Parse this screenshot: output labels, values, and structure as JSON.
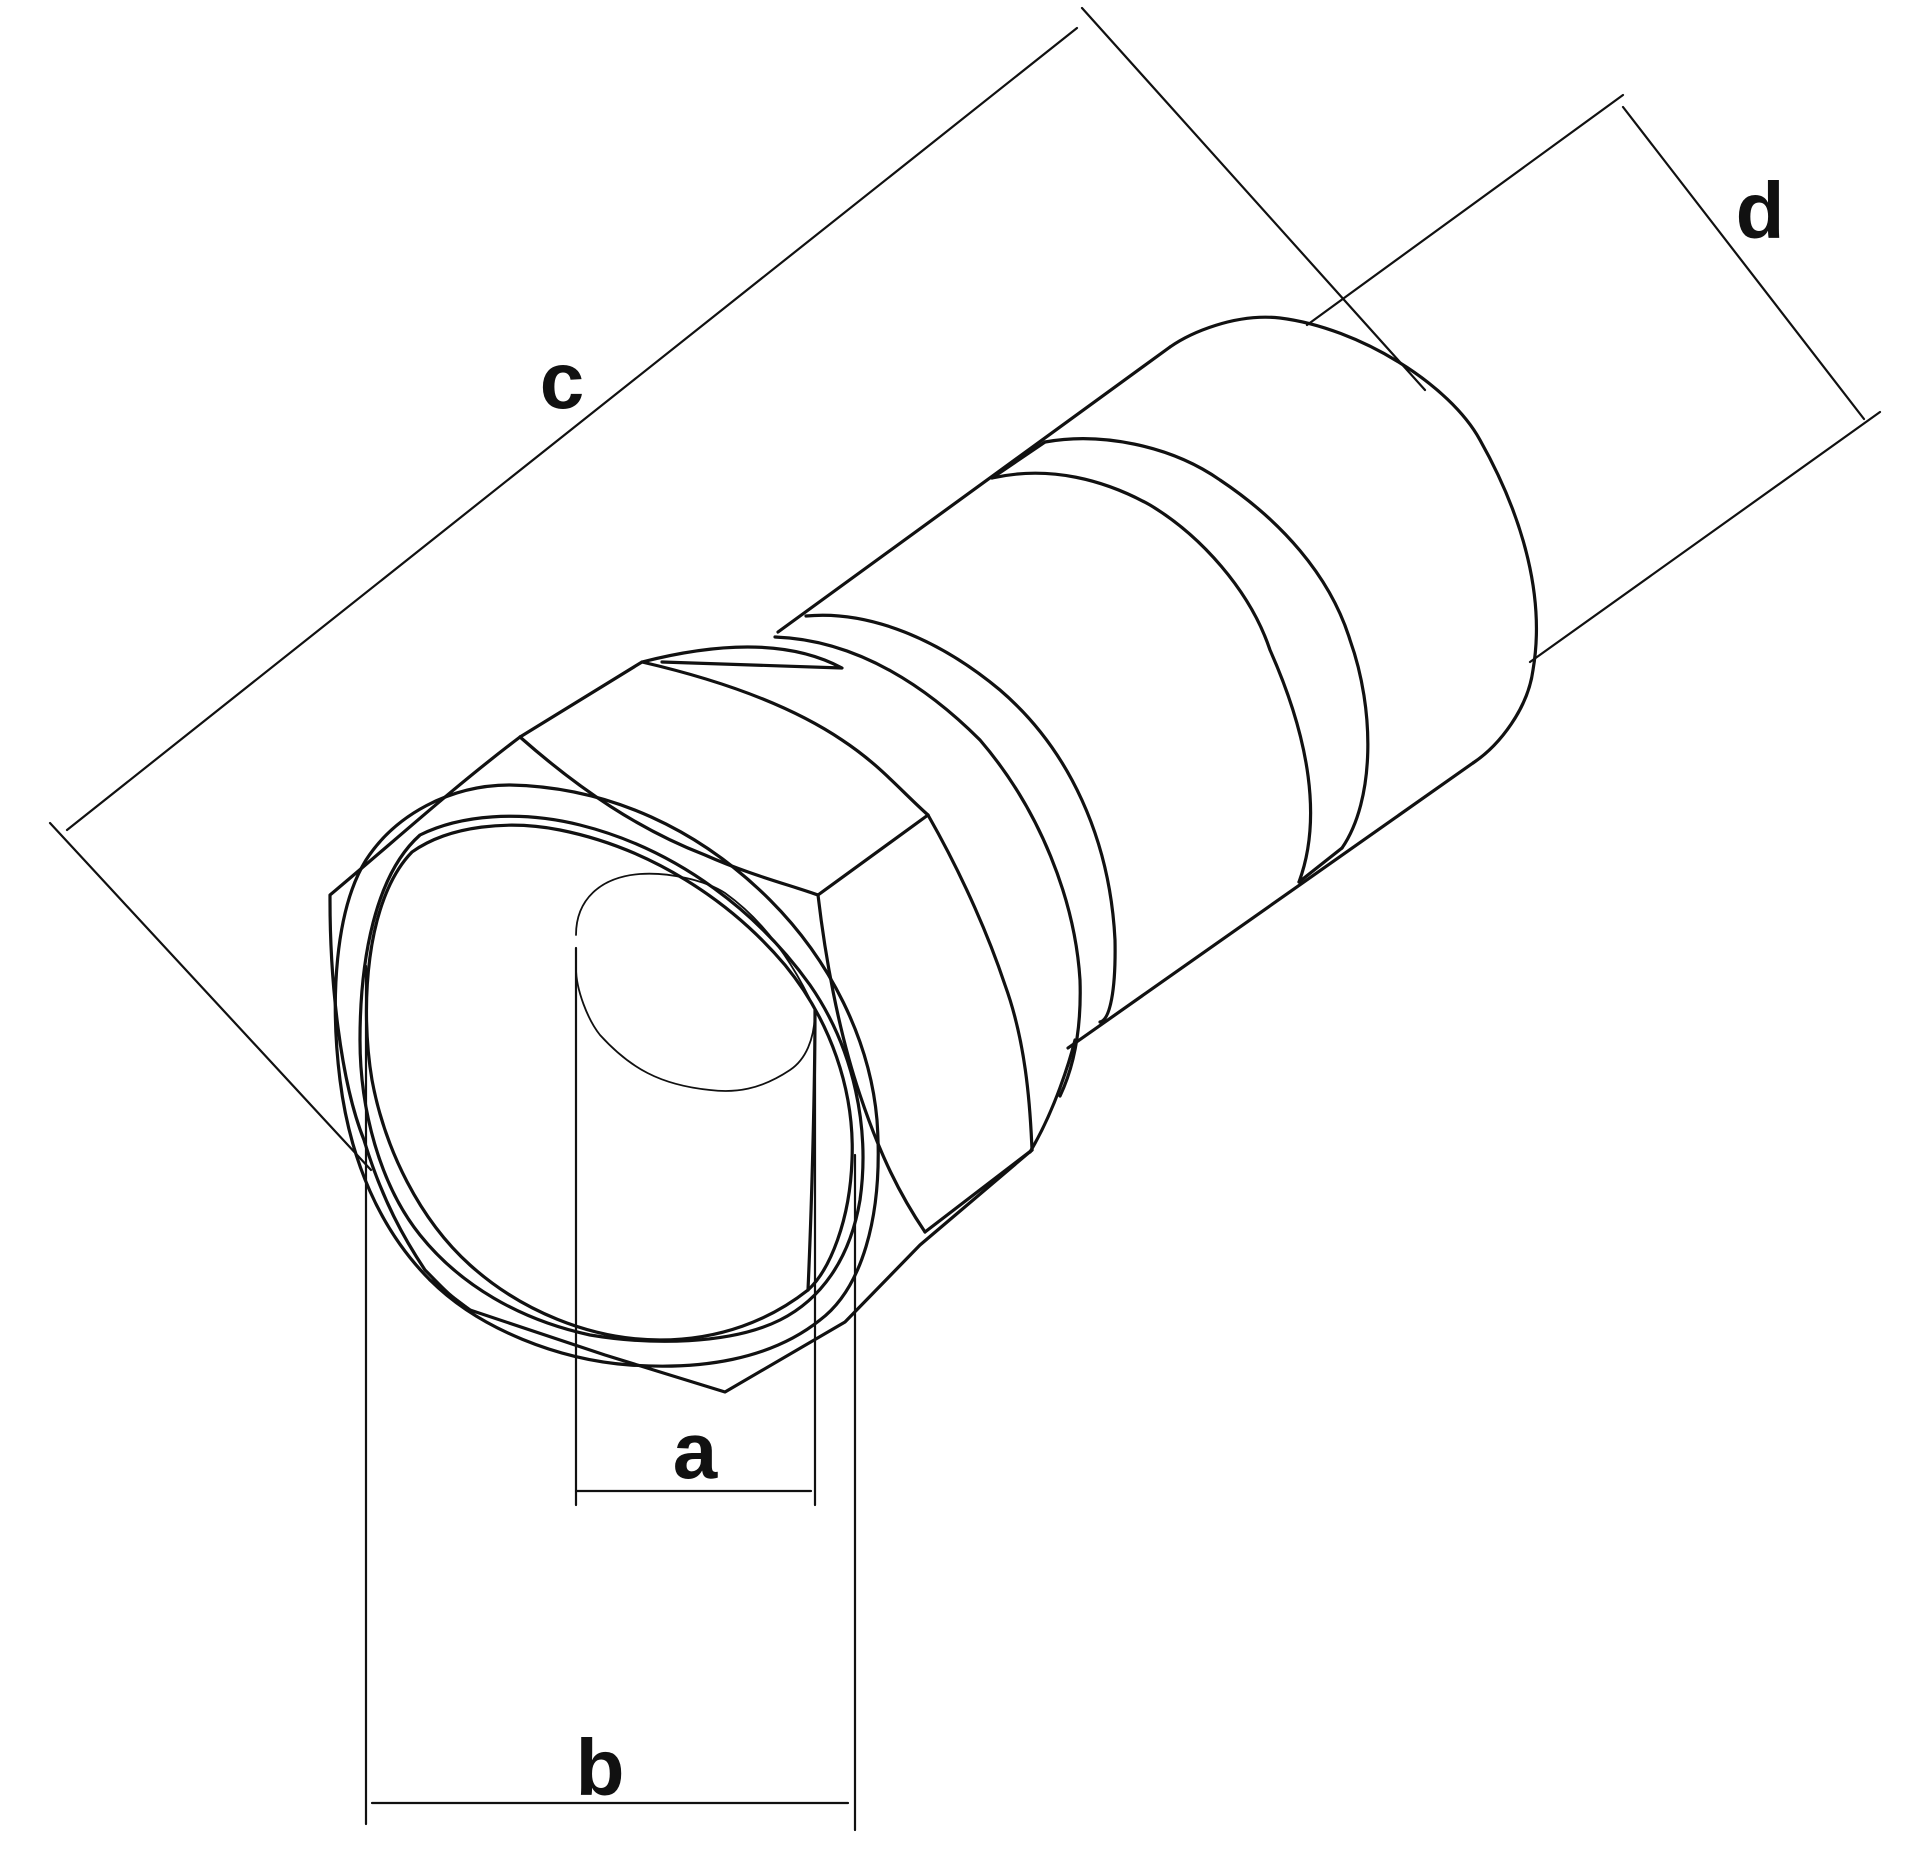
{
  "diagram": {
    "labels": {
      "a": "a",
      "b": "b",
      "c": "c",
      "d": "d"
    },
    "colors": {
      "line": "#111111",
      "text": "#111111",
      "background": "#ffffff"
    }
  }
}
